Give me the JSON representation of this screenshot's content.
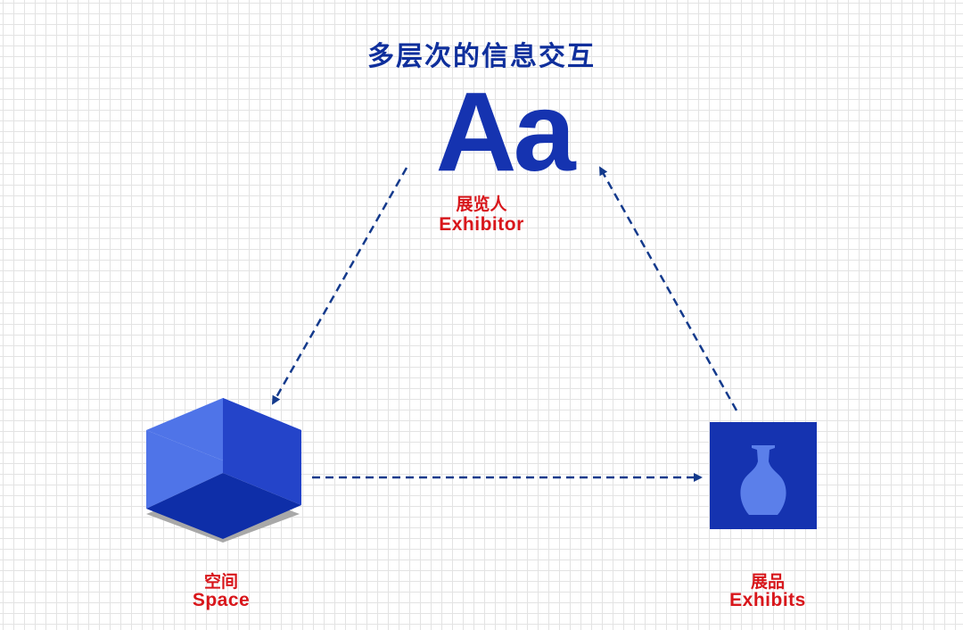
{
  "title": "多层次的信息交互",
  "exhibitor": {
    "symbol": "Aa",
    "label_cn": "展览人",
    "label_en": "Exhibitor"
  },
  "space": {
    "label_cn": "空间",
    "label_en": "Space",
    "icon": "cube-icon"
  },
  "exhibits": {
    "label_cn": "展品",
    "label_en": "Exhibits",
    "icon": "vase-icon"
  },
  "flows": [
    {
      "from": "Exhibitor",
      "to": "Space"
    },
    {
      "from": "Space",
      "to": "Exhibits"
    },
    {
      "from": "Exhibits",
      "to": "Exhibitor"
    }
  ],
  "colors": {
    "title": "#0f2f9c",
    "primary_blue": "#1533b0",
    "label_red": "#d8161b",
    "arrow": "#143a8c",
    "cube_top": "#4f74e8",
    "cube_right": "#2444c9",
    "cube_bottom": "#0e2ea8",
    "vase": "#5b7fea",
    "shadow": "#a8a8a8"
  }
}
